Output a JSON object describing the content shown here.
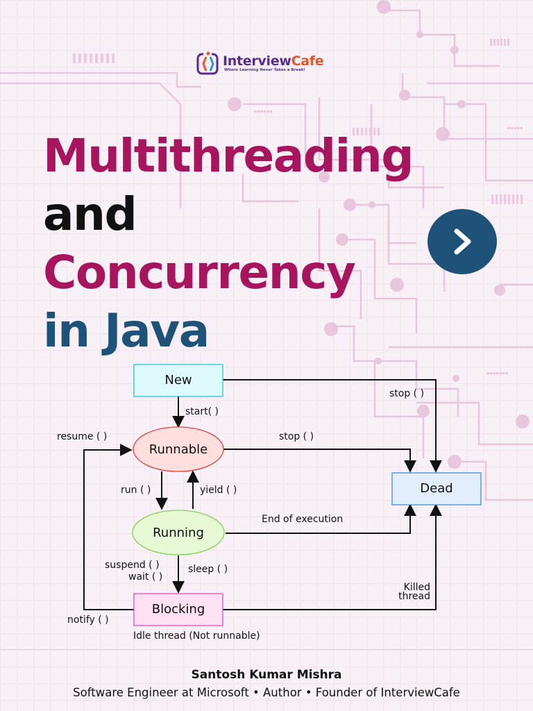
{
  "brand": {
    "name_part1": "Interview",
    "name_part2": "Cafe",
    "tagline": "Where Learning Never Takes a Break!"
  },
  "title": {
    "line1": "Multithreading",
    "line2": "and",
    "line3": "Concurrency",
    "line4": "in Java"
  },
  "diagram": {
    "states": {
      "new": "New",
      "runnable": "Runnable",
      "running": "Running",
      "blocking": "Blocking",
      "dead": "Dead"
    },
    "transitions": {
      "start": "start( )",
      "stop_top": "stop ( )",
      "stop_mid": "stop ( )",
      "resume": "resume ( )",
      "run": "run ( )",
      "yield": "yield ( )",
      "end_of_execution": "End of execution",
      "suspend": "suspend ( )",
      "wait": "wait ( )",
      "sleep": "sleep ( )",
      "killed": "Killed",
      "thread": "thread",
      "notify": "notify ( )",
      "idle": "Idle thread (Not runnable)"
    }
  },
  "author": {
    "name": "Santosh Kumar Mishra",
    "role": "Software Engineer at Microsoft • Author • Founder of InterviewCafe"
  },
  "colors": {
    "title_pink": "#a8155f",
    "title_blue": "#1f5278",
    "circuit": "#e7c6db"
  }
}
